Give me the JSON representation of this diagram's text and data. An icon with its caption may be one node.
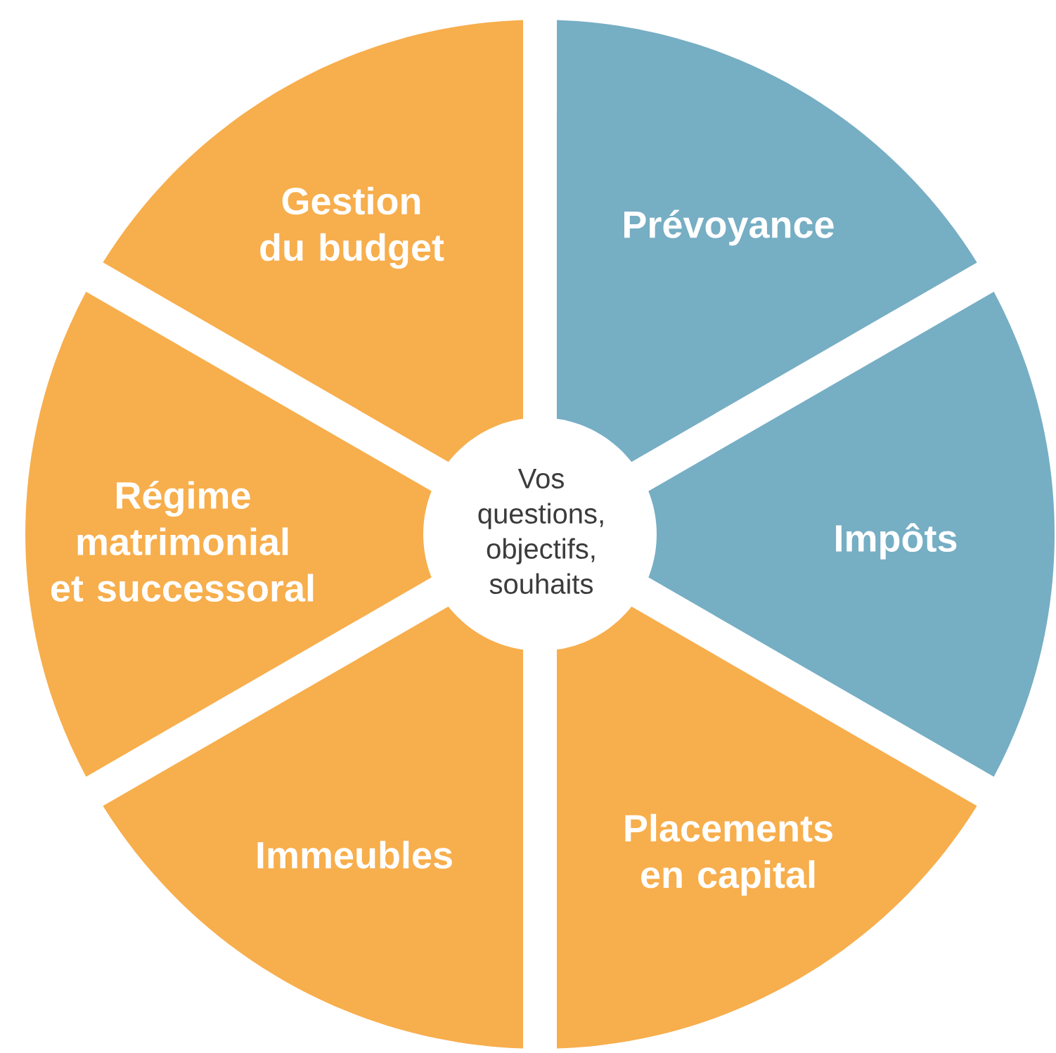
{
  "diagram": {
    "nodes": [
      {
        "text": [
          "Gestion du budget"
        ]
      },
      {
        "text": [
          "Prévoyance"
        ]
      },
      {
        "text": [
          "Régime matrimonial et successoral"
        ]
      },
      {
        "text": [
          "Vos questions, objectifs, souhaits"
        ]
      },
      {
        "text": [
          "Impôts"
        ]
      },
      {
        "text": [
          "Immeubles"
        ]
      },
      {
        "text": [
          "Placements en capital"
        ]
      }
    ]
  }
}
